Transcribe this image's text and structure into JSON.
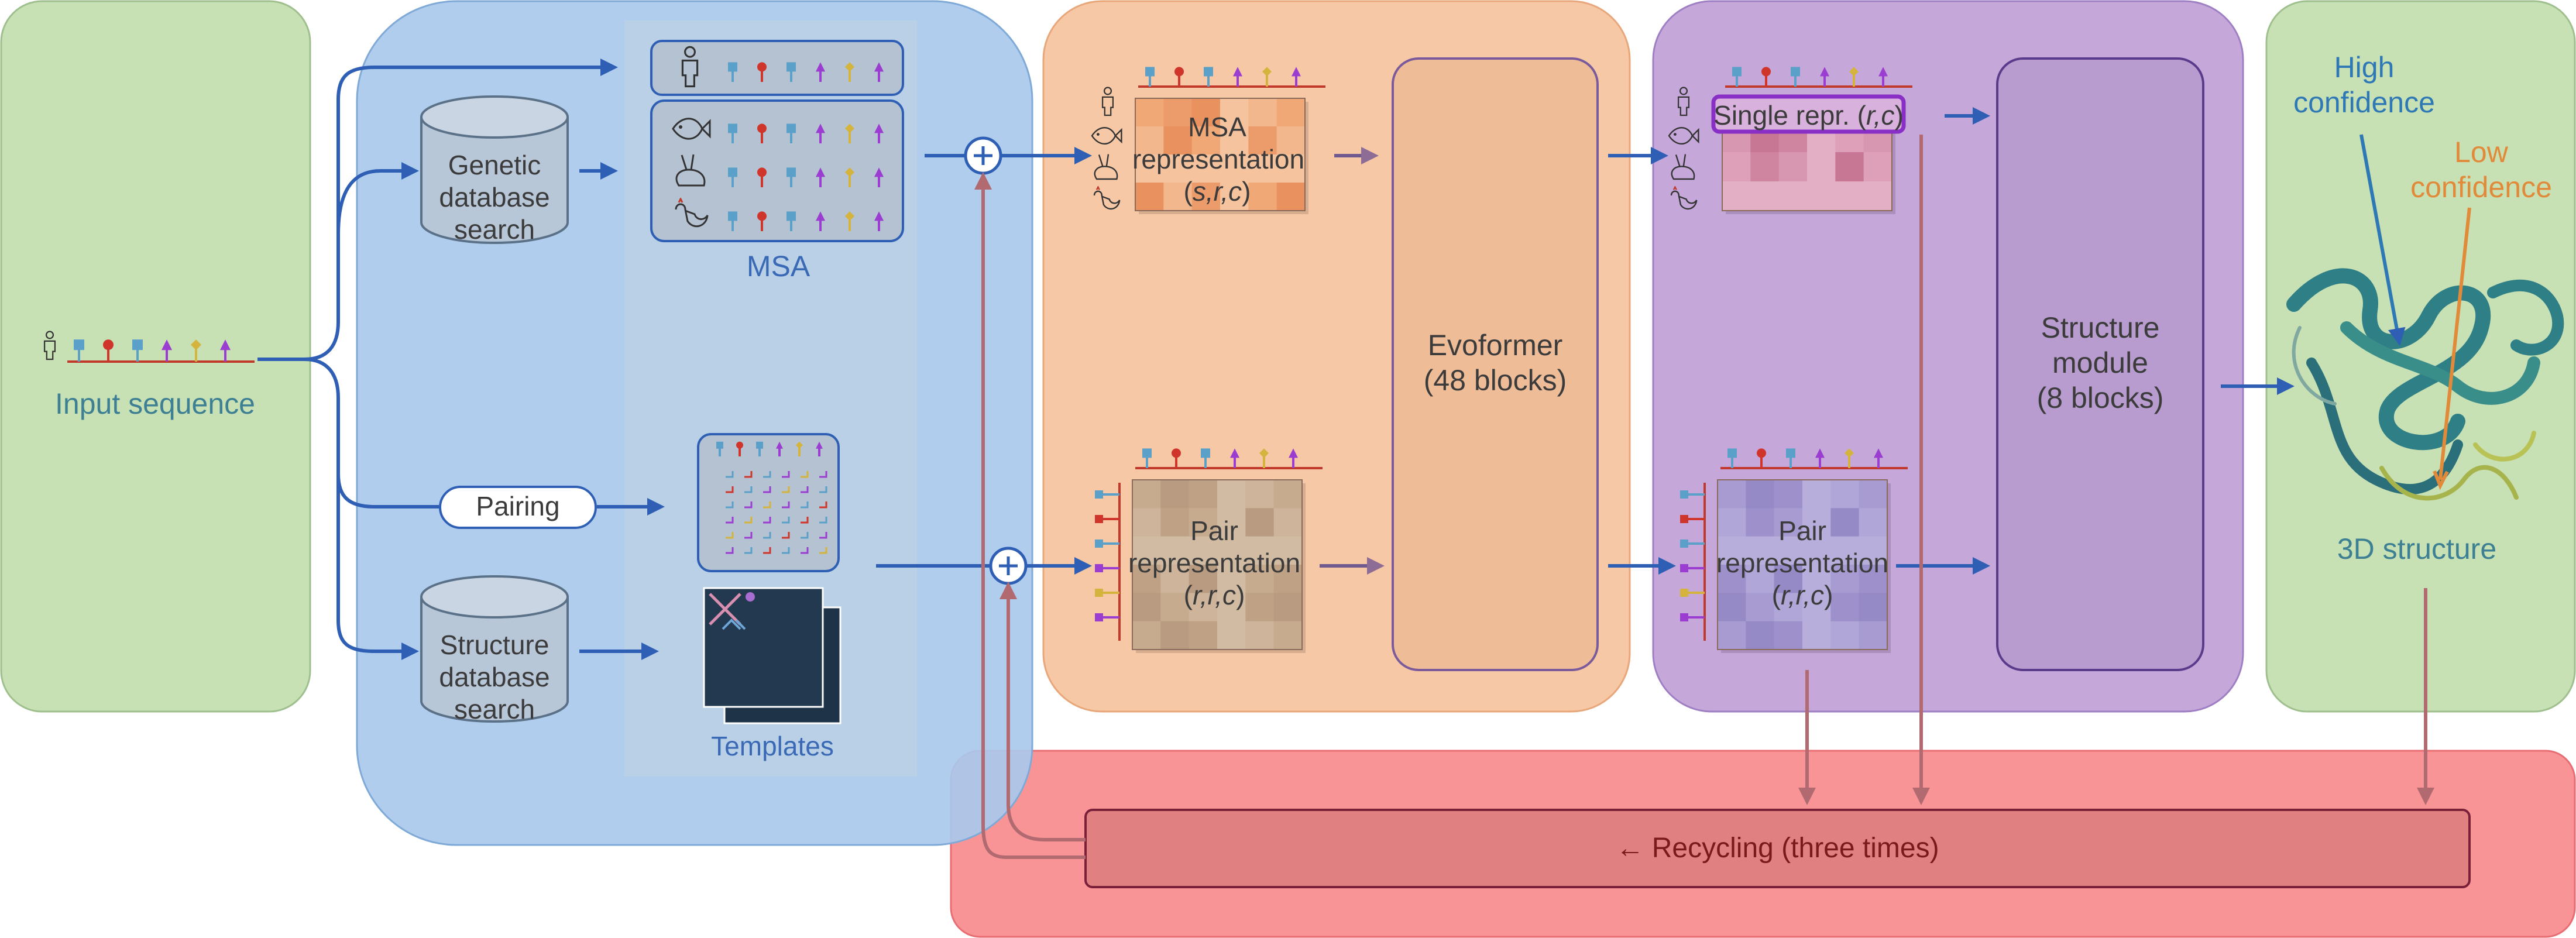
{
  "diagram": {
    "input": {
      "label": "Input sequence"
    },
    "genetic_db": {
      "line1": "Genetic",
      "line2": "database",
      "line3": "search"
    },
    "structure_db": {
      "line1": "Structure",
      "line2": "database",
      "line3": "search"
    },
    "pairing": {
      "label": "Pairing"
    },
    "msa": {
      "label": "MSA"
    },
    "templates": {
      "label": "Templates"
    },
    "msa_repr": {
      "line1": "MSA",
      "line2": "representation",
      "dims": "s,r,c"
    },
    "pair_repr_in": {
      "line1": "Pair",
      "line2": "representation",
      "dims": "r,r,c"
    },
    "evoformer": {
      "line1": "Evoformer",
      "line2": "(48 blocks)"
    },
    "single_repr": {
      "label": "Single repr.",
      "dims": "r,c"
    },
    "pair_repr_out": {
      "line1": "Pair",
      "line2": "representation",
      "dims": "r,r,c"
    },
    "structure_module": {
      "line1": "Structure",
      "line2": "module",
      "line3": "(8 blocks)"
    },
    "high_confidence": {
      "line1": "High",
      "line2": "confidence"
    },
    "low_confidence": {
      "line1": "Low",
      "line2": "confidence"
    },
    "structure_3d": {
      "label": "3D structure"
    },
    "recycling": {
      "label": "← Recycling (three times)"
    },
    "colors": {
      "input_panel": "#c7e0b4",
      "search_panel": "#a9c9eb",
      "evoformer_panel": "#f7c8a6",
      "structure_panel": "#c6a7da",
      "output_panel": "#c7e0b4",
      "recycling_panel": "#f99496",
      "recycling_bar": "#e08080",
      "arrow": "#2e5fb5"
    },
    "icons": [
      "human-icon",
      "fish-icon",
      "rabbit-icon",
      "chicken-icon",
      "database-cylinder-icon",
      "plus-circle-icon",
      "protein-ribbon-icon"
    ]
  }
}
